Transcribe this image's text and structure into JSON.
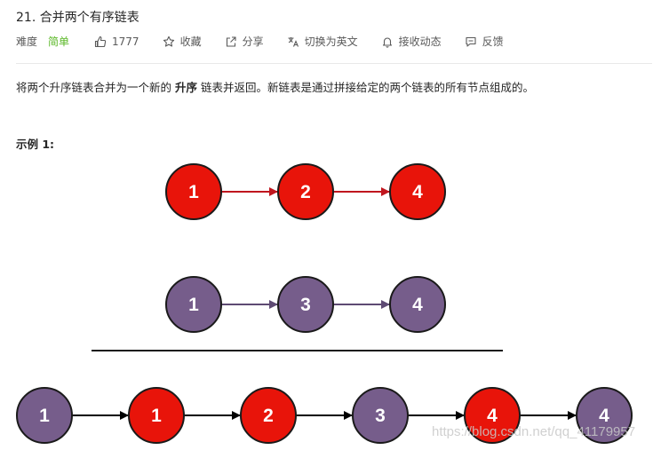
{
  "problem": {
    "title": "21. 合并两个有序链表",
    "difficulty_label": "难度",
    "difficulty_value": "简单",
    "likes": "1777",
    "favorite_label": "收藏",
    "share_label": "分享",
    "switch_lang_label": "切换为英文",
    "subscribe_label": "接收动态",
    "feedback_label": "反馈",
    "description_before": "将两个升序链表合并为一个新的 ",
    "description_bold": "升序",
    "description_after": " 链表并返回。新链表是通过拼接给定的两个链表的所有节点组成的。",
    "example_label": "示例 1:"
  },
  "diagram": {
    "list1": [
      "1",
      "2",
      "4"
    ],
    "list2": [
      "1",
      "3",
      "4"
    ],
    "merged": [
      "1",
      "1",
      "2",
      "3",
      "4",
      "4"
    ],
    "merged_colors": [
      "purple",
      "red",
      "red",
      "purple",
      "red",
      "purple"
    ],
    "colors": {
      "red": "#e8140a",
      "purple": "#765d8b",
      "red_arrow": "#c0161e",
      "purple_arrow": "#5e4a73",
      "black_arrow": "#000000"
    }
  },
  "watermark": "https://blog.csdn.net/qq_41179957",
  "colors": {
    "difficulty_easy": "#5ab726",
    "text": "#262626",
    "muted": "#595959",
    "divider": "#e8e8e8"
  }
}
